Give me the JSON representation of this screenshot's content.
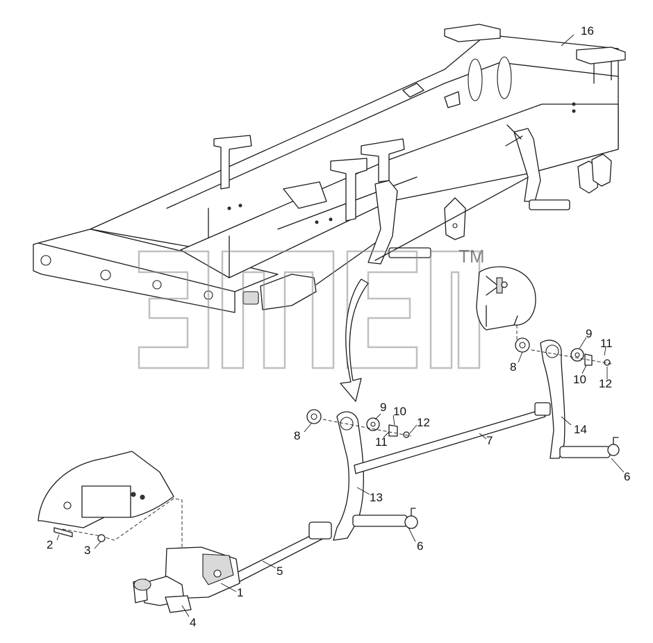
{
  "diagram": {
    "callouts": [
      "1",
      "2",
      "3",
      "4",
      "5",
      "6",
      "6",
      "7",
      "8",
      "8",
      "9",
      "9",
      "10",
      "10",
      "11",
      "11",
      "12",
      "12",
      "13",
      "14",
      "16"
    ],
    "watermark_mark": "TM"
  },
  "colors": {
    "line": "#1a1a1a",
    "background": "#ffffff",
    "watermark": "#8a8a8a"
  }
}
